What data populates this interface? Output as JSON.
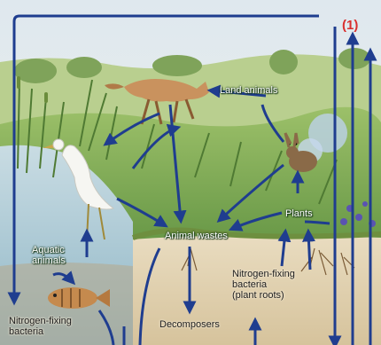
{
  "marker": "(1)",
  "labels": {
    "land_animals": "Land animals",
    "plants": "Plants",
    "animal_wastes": "Animal wastes",
    "aquatic_animals_line1": "Aquatic",
    "aquatic_animals_line2": "animals",
    "nfb_roots_line1": "Nitrogen-fixing",
    "nfb_roots_line2": "bacteria",
    "nfb_roots_line3": "(plant roots)",
    "nfb_soil_line1": "Nitrogen-fixing",
    "nfb_soil_line2": "bacteria",
    "decomposers": "Decomposers"
  },
  "colors": {
    "arrow": "#1f3d8f",
    "marker": "#d92f2f"
  }
}
